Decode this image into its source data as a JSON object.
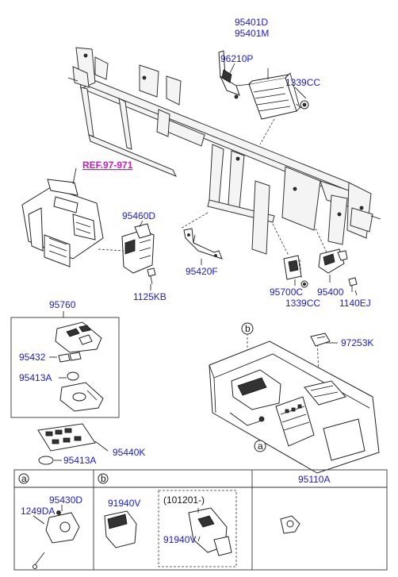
{
  "colors": {
    "label": "#1a1ad6",
    "reference": "#c21fb8",
    "line": "#111111"
  },
  "labels": {
    "p95401d": "95401D",
    "p95401m": "95401M",
    "p96210p": "96210P",
    "p1339cc_a": "1339CC",
    "ref97971": "REF.97-971",
    "p95460d": "95460D",
    "p95420f": "95420F",
    "p1125kb": "1125KB",
    "p95700c": "95700C",
    "p95400": "95400",
    "p1339cc_b": "1339CC",
    "p1140ej": "1140EJ",
    "p95760": "95760",
    "p95432": "95432",
    "p95413a_a": "95413A",
    "p97253k": "97253K",
    "p95440k": "95440K",
    "p95413a_b": "95413A",
    "callout_b": "b",
    "callout_a": "a"
  },
  "table": {
    "header_a": "a",
    "header_b": "b",
    "header_c": "95110A",
    "p95430d": "95430D",
    "p1249da": "1249DA",
    "p91940v_a": "91940V",
    "date_note": "(101201-)",
    "p91940v_b": "91940V"
  }
}
